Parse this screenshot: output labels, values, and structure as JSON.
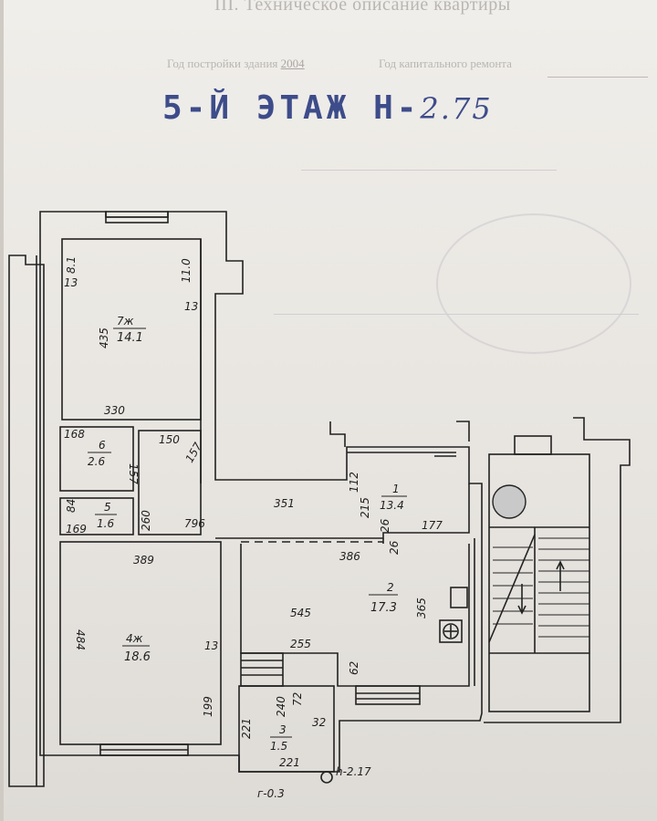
{
  "header": {
    "section_title": "III. Техническое описание квартиры",
    "build_year_label": "Год постройки здания",
    "build_year_value": "2004",
    "repair_year_label": "Год капитального ремонта"
  },
  "floor_stamp": {
    "text": "5-Й ЭТАЖ Н-",
    "height": "2.75"
  },
  "rooms": [
    {
      "id": "7",
      "type": "ж",
      "area": "14.1",
      "width": "330",
      "length": "435",
      "wall": "13",
      "extra": [
        "8.1",
        "11.0",
        "13"
      ]
    },
    {
      "id": "6",
      "area": "2.6",
      "dims": [
        "168",
        "157"
      ]
    },
    {
      "id": "5",
      "area": "1.6",
      "dims": [
        "84",
        "169"
      ]
    },
    {
      "id": "4",
      "type": "ж",
      "area": "18.6",
      "width": "389",
      "length": "484",
      "wall": "13",
      "extra": [
        "199"
      ]
    },
    {
      "id": "1",
      "area": "13.4",
      "dims": [
        "351",
        "112",
        "215",
        "26",
        "177",
        "150",
        "157",
        "796",
        "260"
      ]
    },
    {
      "id": "2",
      "area": "17.3",
      "dims": [
        "386",
        "545",
        "365",
        "26",
        "255",
        "62"
      ]
    },
    {
      "id": "3",
      "area": "1.5",
      "dims": [
        "240",
        "221",
        "72",
        "32",
        "221"
      ]
    }
  ],
  "labels": {
    "r7": "7ж",
    "r7a": "14.1",
    "r7w": "330",
    "r7l": "435",
    "r7t": "8.1",
    "r7r": "11.0",
    "r7wall": "13",
    "r7wall2": "13",
    "r6": "6",
    "r6a": "2.6",
    "r6d1": "168",
    "r6d2": "157",
    "r5": "5",
    "r5a": "1.6",
    "r5d1": "84",
    "r5d2": "169",
    "r4": "4ж",
    "r4a": "18.6",
    "r4w": "389",
    "r4l": "484",
    "r4wall": "13",
    "r4b": "199",
    "r1": "1",
    "r1a": "13.4",
    "d150": "150",
    "d157": "157",
    "d351": "351",
    "d112": "112",
    "d215": "215",
    "d26": "26",
    "d177": "177",
    "d260": "260",
    "d796": "796",
    "r2": "2",
    "r2a": "17.3",
    "d386": "386",
    "d545": "545",
    "d365": "365",
    "d26b": "26",
    "d255": "255",
    "d62": "62",
    "r3": "3",
    "r3a": "1.5",
    "d240": "240",
    "d221a": "221",
    "d72": "72",
    "d32": "32",
    "d221b": "221",
    "h217": "h-2.17",
    "ceil": "г-0.3"
  }
}
